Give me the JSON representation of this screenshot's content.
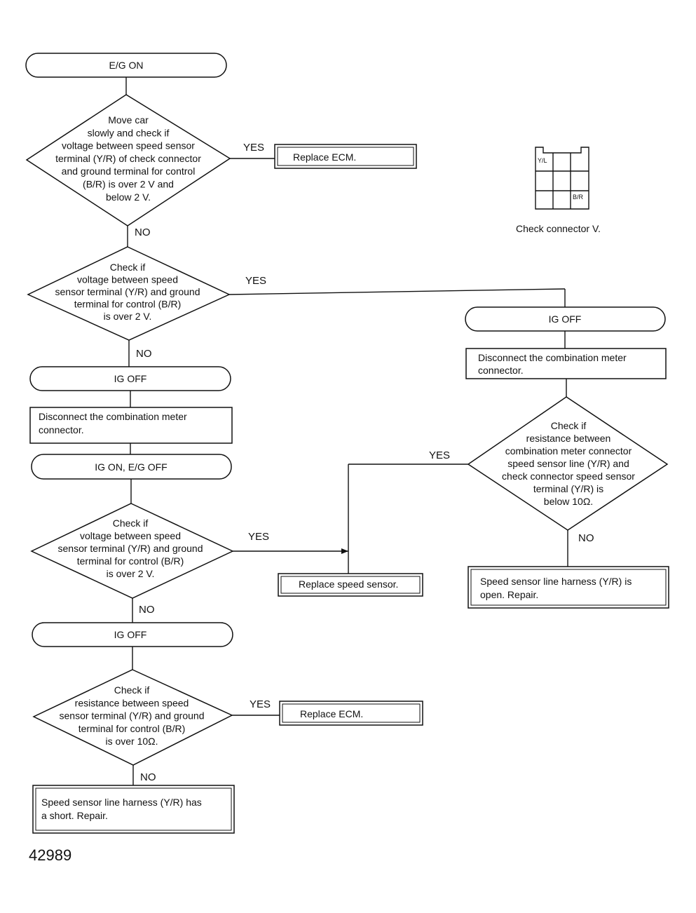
{
  "nodes": {
    "eg_on": "E/G ON",
    "d1": [
      "Move car",
      "slowly and check if",
      "voltage between speed sensor",
      "terminal (Y/R) of check connector",
      "and ground terminal for control",
      "(B/R) is over 2 V and",
      "below 2 V."
    ],
    "replace_ecm_1": "Replace ECM.",
    "d2": [
      "Check if",
      "voltage between speed",
      "sensor terminal (Y/R) and ground",
      "terminal for control (B/R)",
      "is over 2 V."
    ],
    "ig_off_left": "IG OFF",
    "disconnect_left": [
      "Disconnect the combination meter",
      "connector."
    ],
    "ig_on_eg_off": "IG ON, E/G OFF",
    "d3": [
      "Check if",
      "voltage between speed",
      "sensor terminal (Y/R) and ground",
      "terminal for control (B/R)",
      "is over 2 V."
    ],
    "replace_speed_sensor": "Replace speed sensor.",
    "ig_off_left2": "IG OFF",
    "d4": [
      "Check if",
      "resistance between speed",
      "sensor terminal (Y/R) and ground",
      "terminal for control (B/R)",
      "is over 10Ω."
    ],
    "replace_ecm_2": "Replace ECM.",
    "short_repair": [
      "Speed sensor line harness (Y/R) has",
      "a short.  Repair."
    ],
    "ig_off_right": "IG OFF",
    "disconnect_right": [
      "Disconnect the combination meter",
      "connector."
    ],
    "d5": [
      "Check if",
      "resistance between",
      "combination meter connector",
      "speed sensor line (Y/R) and",
      "check connector speed sensor",
      "terminal (Y/R) is",
      "below 10Ω."
    ],
    "open_repair": [
      "Speed sensor line harness (Y/R) is",
      "open.  Repair."
    ]
  },
  "edge_labels": {
    "yes": "YES",
    "no": "NO"
  },
  "connector": {
    "caption": "Check connector V.",
    "cell_yr": "Y/L",
    "cell_br": "B/R"
  },
  "figure_number": "42989"
}
